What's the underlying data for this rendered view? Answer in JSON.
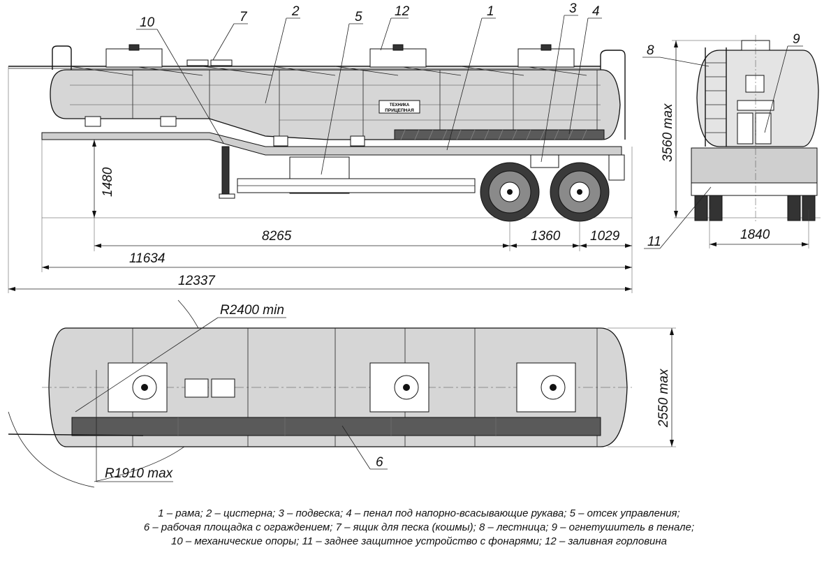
{
  "side_view": {
    "callouts": [
      "10",
      "7",
      "2",
      "5",
      "12",
      "1",
      "3",
      "4"
    ],
    "dimensions": {
      "height_rear_support": "1480",
      "wheelbase_king_to_axle": "8265",
      "axle_spacing": "1360",
      "rear_overhang": "1029",
      "length_frame": "11634",
      "length_total": "12337"
    },
    "logo_text": "ТЕХНИКА ПРИЦЕПНАЯ"
  },
  "rear_view": {
    "callouts": [
      "8",
      "9",
      "11"
    ],
    "dimensions": {
      "height_max": "3560 max",
      "track": "1840"
    }
  },
  "top_view": {
    "callouts": [
      "6"
    ],
    "dimensions": {
      "turn_radius_min": "R2400 min",
      "swing_radius_max": "R1910 max",
      "width_max": "2550 max"
    }
  },
  "legend": {
    "line1": "1 – рама; 2 – цистерна; 3 – подвеска; 4 – пенал под напорно-всасывающие рукава; 5 – отсек управления;",
    "line2": "6 – рабочая площадка с ограждением; 7 – ящик для песка (кошмы); 8 – лестница; 9 – огнетушитель в пенале;",
    "line3": "10 – механические опоры; 11 – заднее защитное устройство с фонарями; 12 – заливная горловина"
  }
}
